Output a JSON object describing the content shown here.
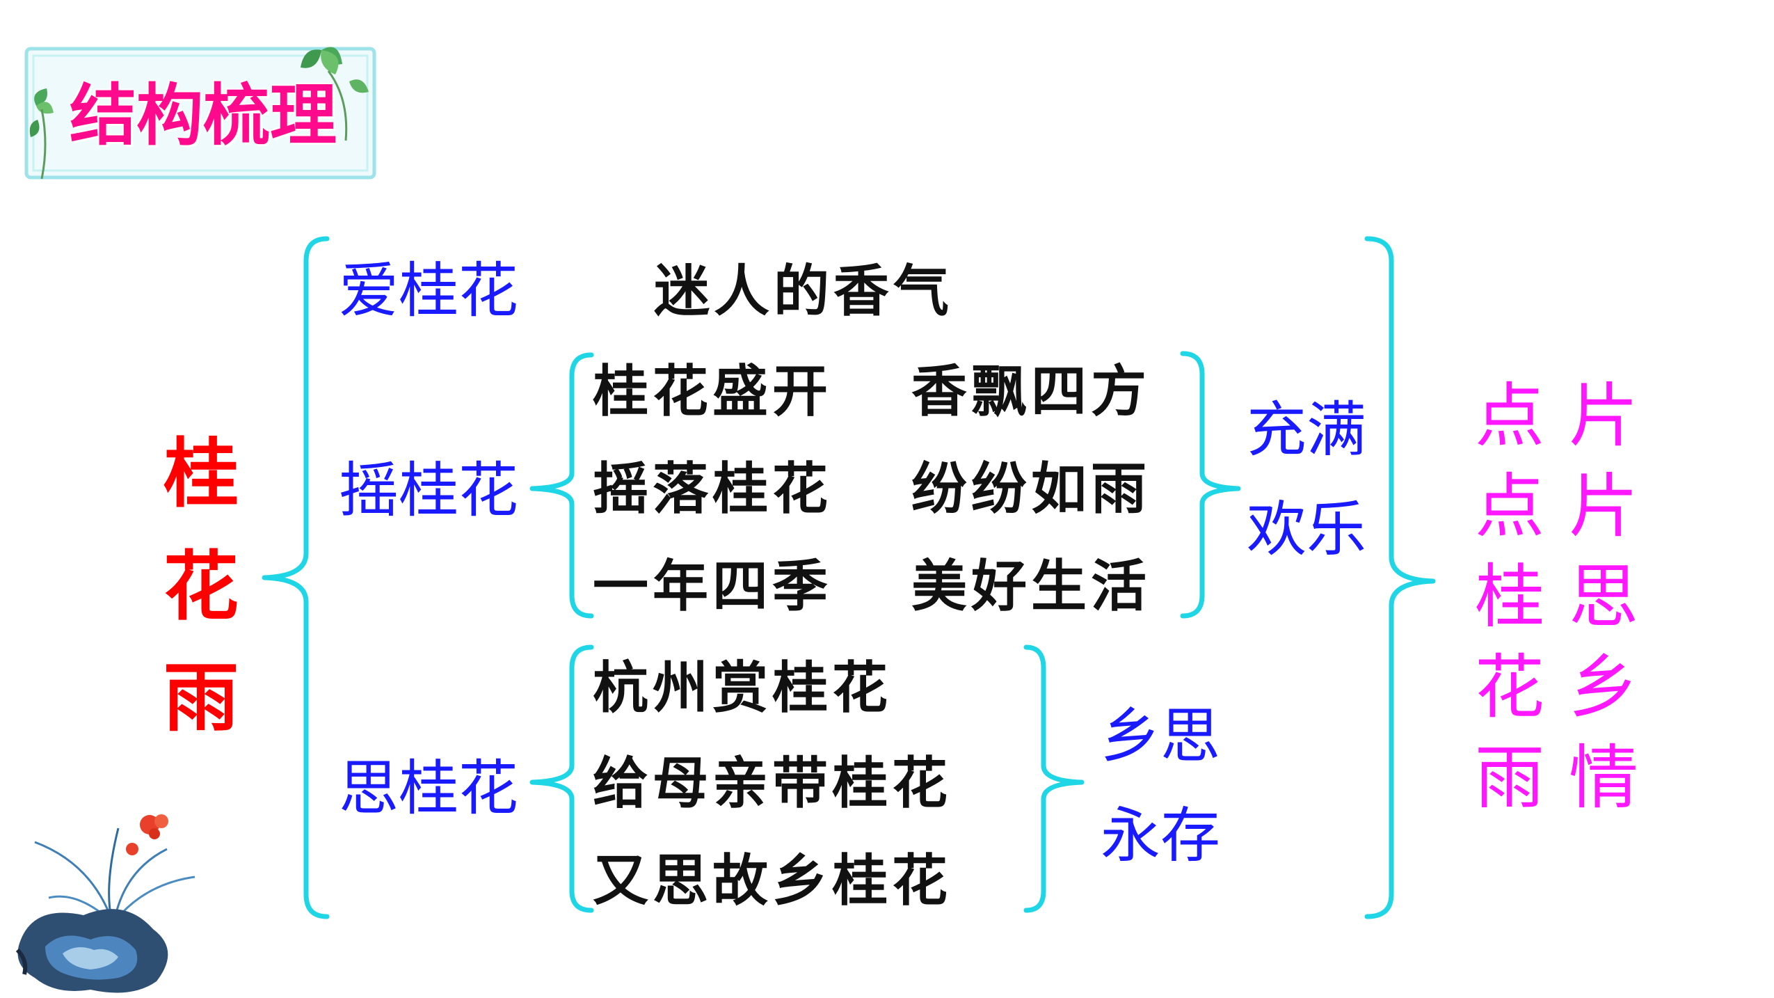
{
  "title": "结构梳理",
  "root": [
    "桂",
    "花",
    "雨"
  ],
  "branches": [
    {
      "label": "爱桂花",
      "items": [
        "迷人的香气"
      ]
    },
    {
      "label": "摇桂花",
      "items": [
        {
          "a": "桂花盛开",
          "b": "香飘四方"
        },
        {
          "a": "摇落桂花",
          "b": "纷纷如雨"
        },
        {
          "a": "一年四季",
          "b": "美好生活"
        }
      ],
      "summary": [
        "充满",
        "欢乐"
      ]
    },
    {
      "label": "思桂花",
      "items": [
        "杭州赏桂花",
        "给母亲带桂花",
        "又思故乡桂花"
      ],
      "summary": [
        "乡思",
        "永存"
      ]
    }
  ],
  "conclusion": {
    "left": [
      "点",
      "点",
      "桂",
      "花",
      "雨"
    ],
    "right": [
      "片",
      "片",
      "思",
      "乡",
      "情"
    ]
  },
  "colors": {
    "title": "#ff0a8c",
    "root": "#ff0000",
    "branch": "#1a1aff",
    "bracket": "#1fd6e6",
    "conclusion": "#ff17ff"
  },
  "icons": [
    "clover-icon",
    "orchid-rock-icon"
  ]
}
